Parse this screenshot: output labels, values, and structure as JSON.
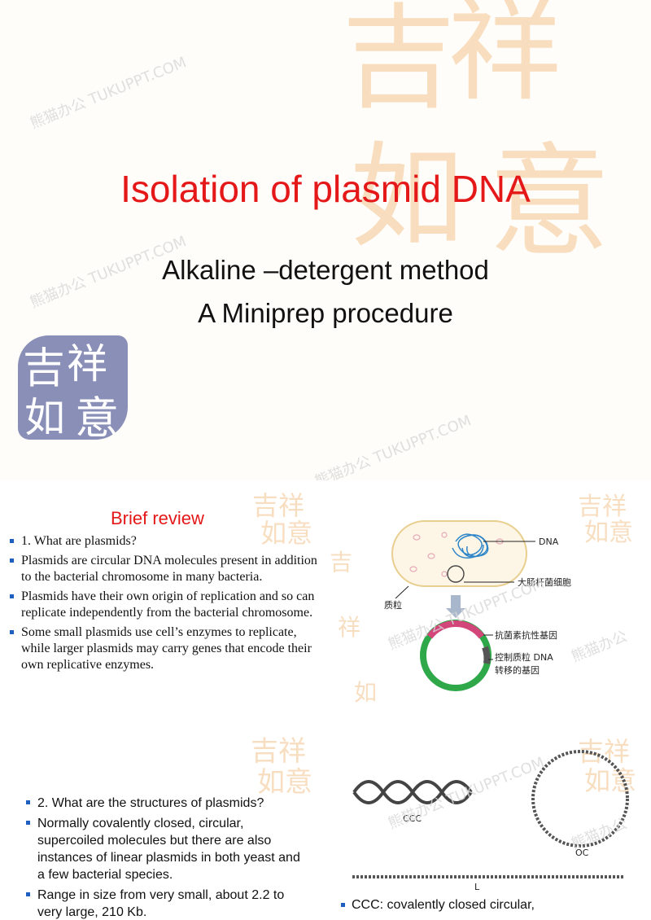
{
  "slide1": {
    "title": "Isolation of plasmid DNA",
    "subtitle_line1": "Alkaline –detergent method",
    "subtitle_line2": "A Miniprep procedure"
  },
  "slide2": {
    "heading": "Brief review",
    "bullets": [
      "1. What are plasmids?",
      "Plasmids are circular DNA molecules present in addition to the bacterial chromosome in many bacteria.",
      "Plasmids have their own origin of replication and so can replicate independently from the bacterial chromosome.",
      "Some small plasmids use cell’s enzymes to replicate, while larger plasmids may carry genes that encode their own replicative enzymes."
    ],
    "diagram": {
      "label_dna": "DNA",
      "label_ecoli": "大肠杆菌细胞",
      "label_plasmid": "质粒",
      "label_resistance": "抗菌素抗性基因",
      "label_transfer_line1": "控制质粒 DNA",
      "label_transfer_line2": "转移的基因"
    }
  },
  "slide3": {
    "bullets": [
      "2. What are the structures of plasmids?",
      "Normally covalently closed, circular, supercoiled molecules but there are also instances of linear plasmids in both yeast and a few bacterial species.",
      "Range in size from very small, about 2.2 to very large, 210 Kb."
    ],
    "diagram": {
      "label_ccc": "CCC",
      "label_oc": "OC",
      "label_l": "L"
    },
    "ccc_note": "CCC: covalently closed circular,"
  },
  "colors": {
    "title_red": "#e41818",
    "bullet_blue": "#1f5fbf",
    "seal_orange": "#f4c48e",
    "logo_purple": "#8a8fb8"
  }
}
